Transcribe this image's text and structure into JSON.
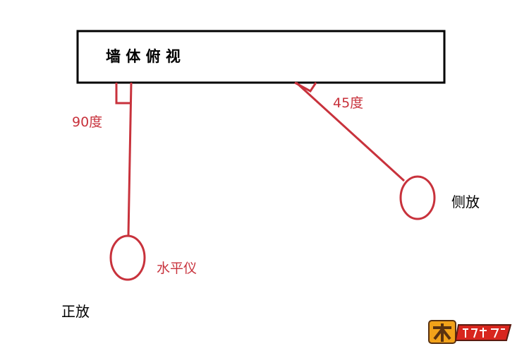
{
  "wall_label": "墙 体 俯 视",
  "angle_perpendicular_label": "90度",
  "angle_side_label": "45度",
  "level_label": "水平仪",
  "side_label": "侧放",
  "front_label": "正放",
  "watermark_text": "木工爱好者",
  "colors": {
    "line": "#c8323c",
    "wall_border": "#000000",
    "text": "#000000"
  }
}
